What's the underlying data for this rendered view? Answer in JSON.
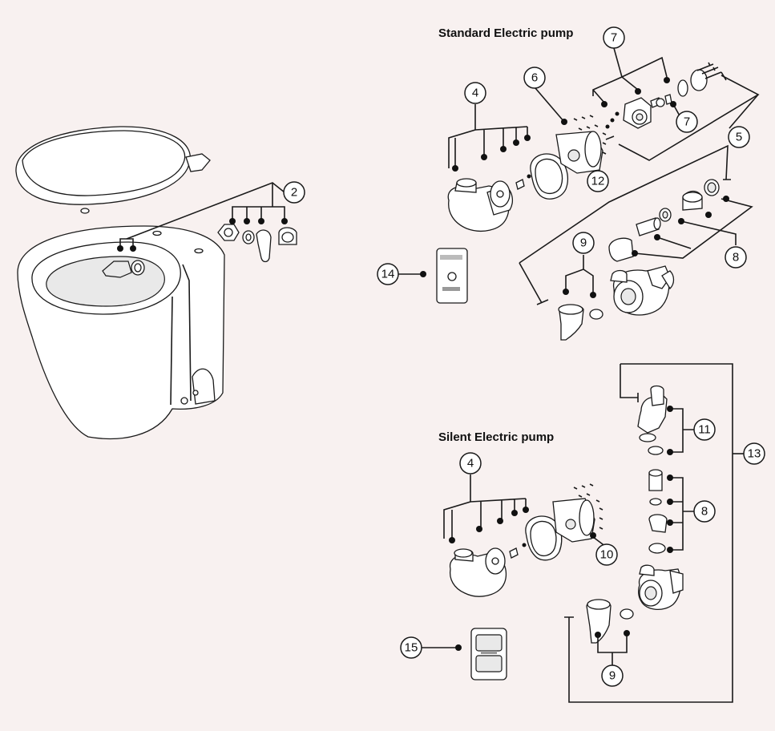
{
  "titles": {
    "standard": "Standard Electric pump",
    "silent": "Silent Electric pump"
  },
  "callouts": {
    "c2": "2",
    "c4a": "4",
    "c6": "6",
    "c7a": "7",
    "c7b": "7",
    "c5": "5",
    "c12": "12",
    "c8a": "8",
    "c9a": "9",
    "c14": "14",
    "c11": "11",
    "c13": "13",
    "c4b": "4",
    "c10": "10",
    "c8b": "8",
    "c9b": "9",
    "c15": "15"
  },
  "colors": {
    "background": "#f8f1f0",
    "line": "#1a1a1a"
  }
}
